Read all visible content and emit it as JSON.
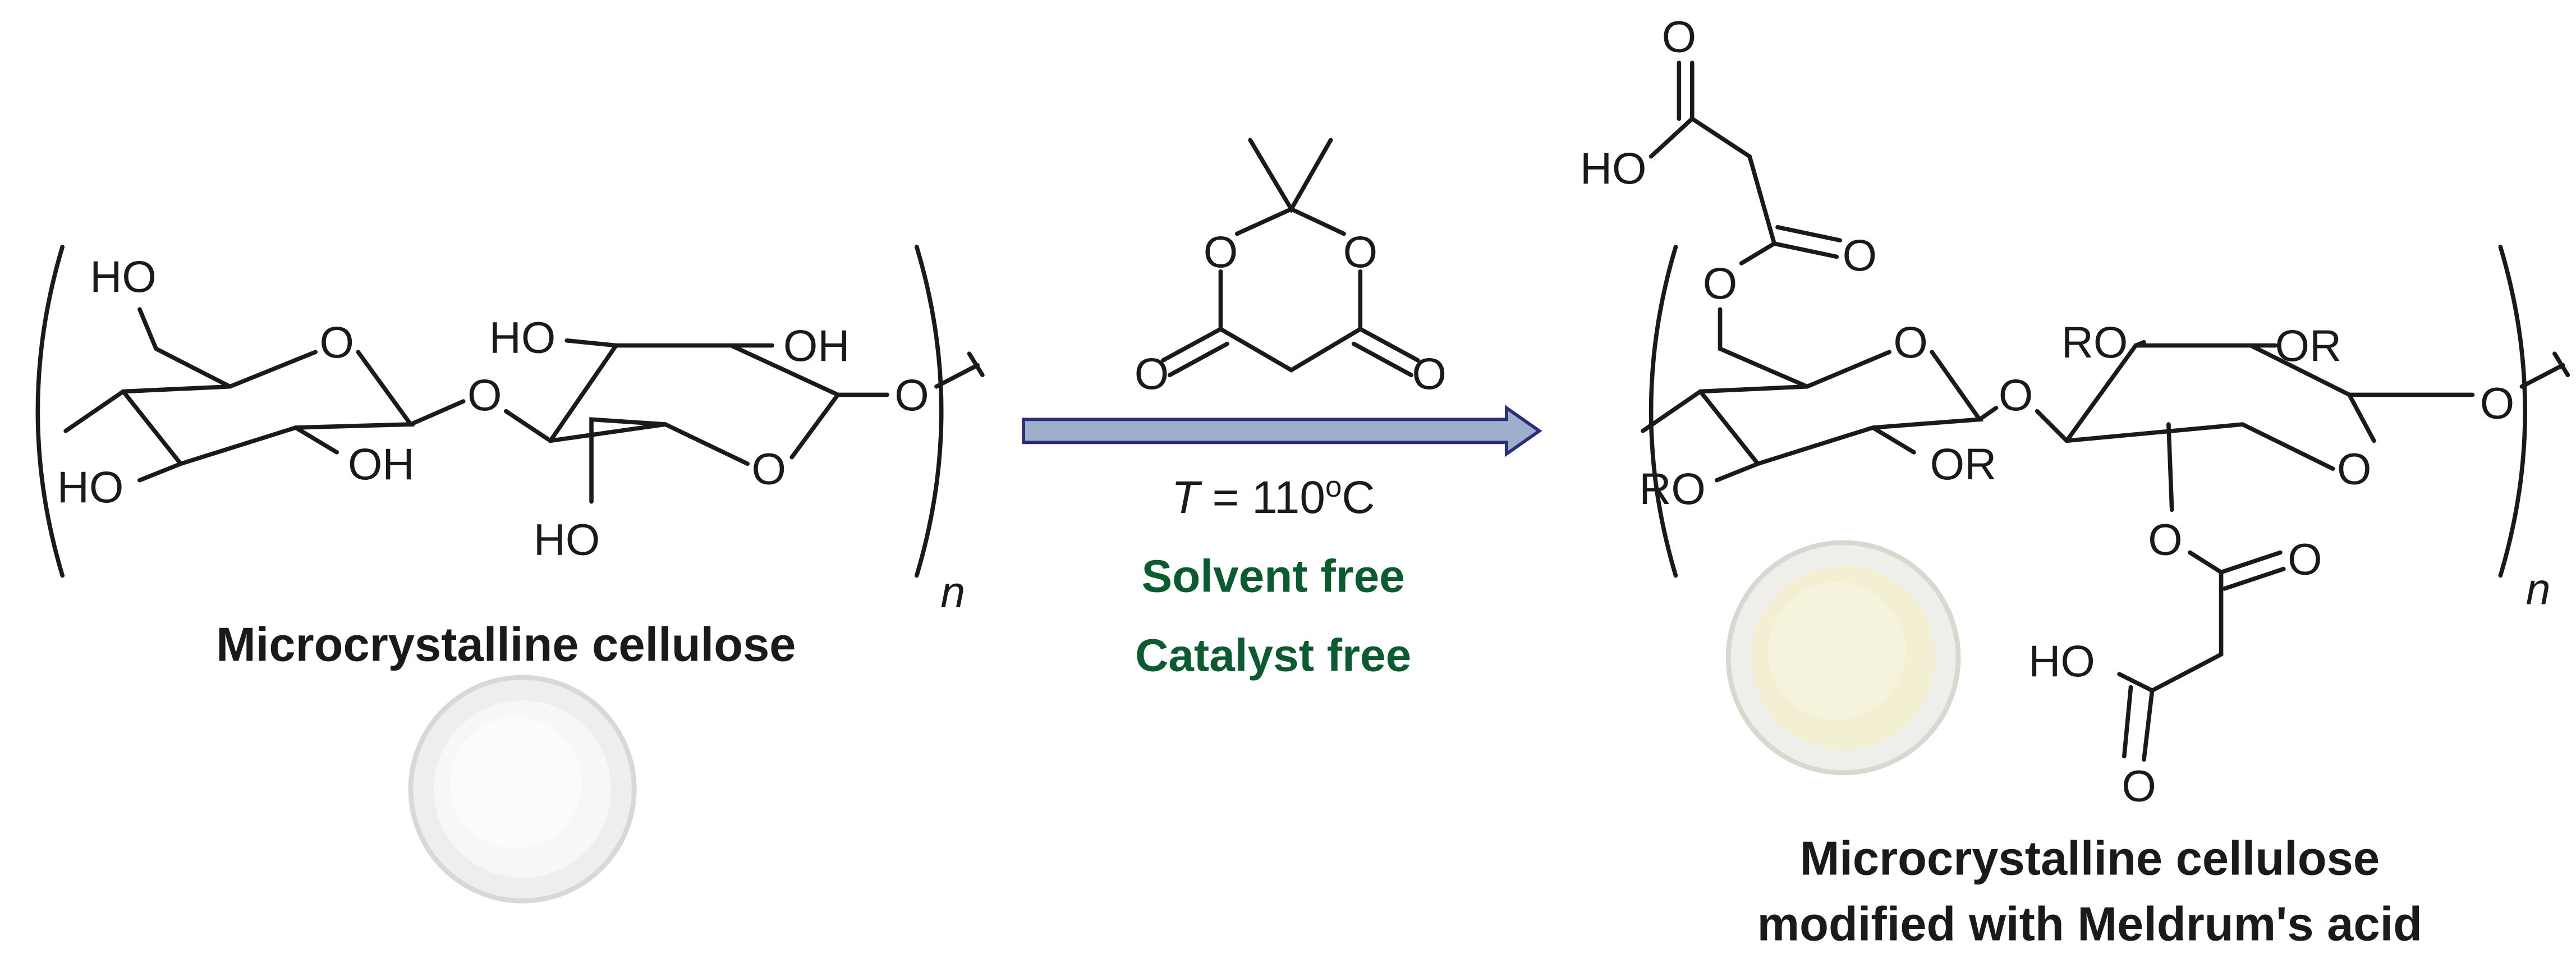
{
  "reactant": {
    "title": "Microcrystalline cellulose",
    "atoms": {
      "ho_ch2": "HO",
      "ho_c3": "HO",
      "oh_c2": "OH",
      "o_ring1": "O",
      "o_glyc": "O",
      "ho_c3b": "HO",
      "oh_c2b": "OH",
      "o_ring2": "O",
      "ho_ch2b": "HO",
      "o_link": "O"
    },
    "repeat": "n"
  },
  "reagent": {
    "atoms": {
      "o1": "O",
      "o3": "O",
      "o4": "O",
      "o6": "O"
    },
    "temperature_var": "T",
    "temperature_value": " = 110",
    "temperature_unit_deg": "o",
    "temperature_unit": "C",
    "condition1": "Solvent free",
    "condition2": "Catalyst free",
    "condition_color": "#0a5c30",
    "arrow_fill": "#9dafcb",
    "arrow_stroke": "#2b2e7a"
  },
  "product": {
    "title_line1": "Microcrystalline cellulose",
    "title_line2": "modified with Meldrum's acid",
    "atoms": {
      "top_o_eq": "O",
      "top_ho": "HO",
      "top_o_ester": "O",
      "top_o_link": "O",
      "o_ring1": "O",
      "ro_c3": "RO",
      "or_c2": "OR",
      "o_glyc": "O",
      "ro_c3b": "RO",
      "or_c2b": "OR",
      "o_ring2": "O",
      "o_link": "O",
      "bot_o_link": "O",
      "bot_o_eq": "O",
      "bot_ho": "HO",
      "bot_o_eq2": "O"
    },
    "repeat": "n"
  }
}
